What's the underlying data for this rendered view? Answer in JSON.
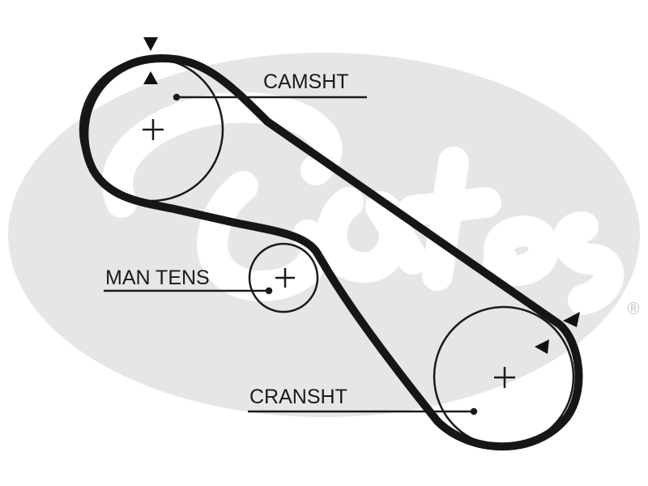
{
  "labels": {
    "camshaft": "CAMSHT",
    "tensioner": "MAN TENS",
    "crankshaft": "CRANSHT"
  },
  "watermark": {
    "brand": "Gates",
    "registered_mark": "®",
    "color": "#e6e6e6"
  },
  "colors": {
    "belt": "#161616",
    "pulley_outline": "#1a1a1a",
    "leader_line": "#1a1a1a"
  }
}
